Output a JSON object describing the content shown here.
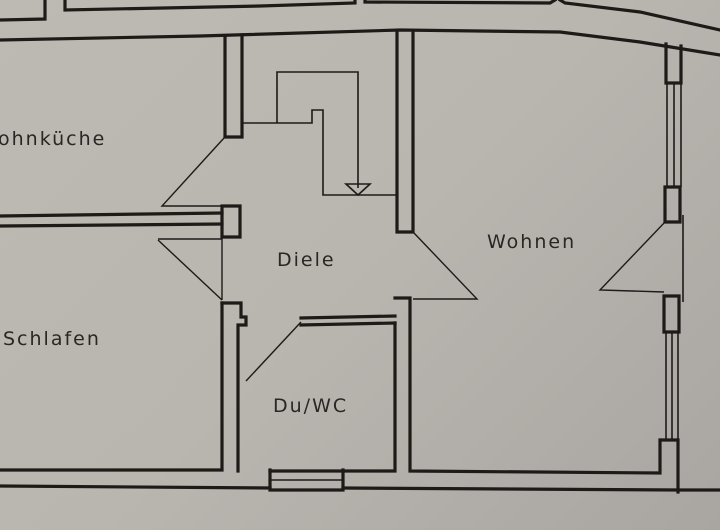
{
  "plan": {
    "type": "floor-plan",
    "line_color": "#1d1a18",
    "paper_color": "#bab6b0",
    "rooms": [
      {
        "id": "wohnkueche",
        "label": "ohnküche"
      },
      {
        "id": "diele",
        "label": "Diele"
      },
      {
        "id": "wohnen",
        "label": "Wohnen"
      },
      {
        "id": "schlafen",
        "label": "Schlafen"
      },
      {
        "id": "du-wc",
        "label": "Du/WC"
      }
    ],
    "symbols": [
      {
        "id": "stair",
        "name": "stair-arrow-icon"
      }
    ]
  }
}
